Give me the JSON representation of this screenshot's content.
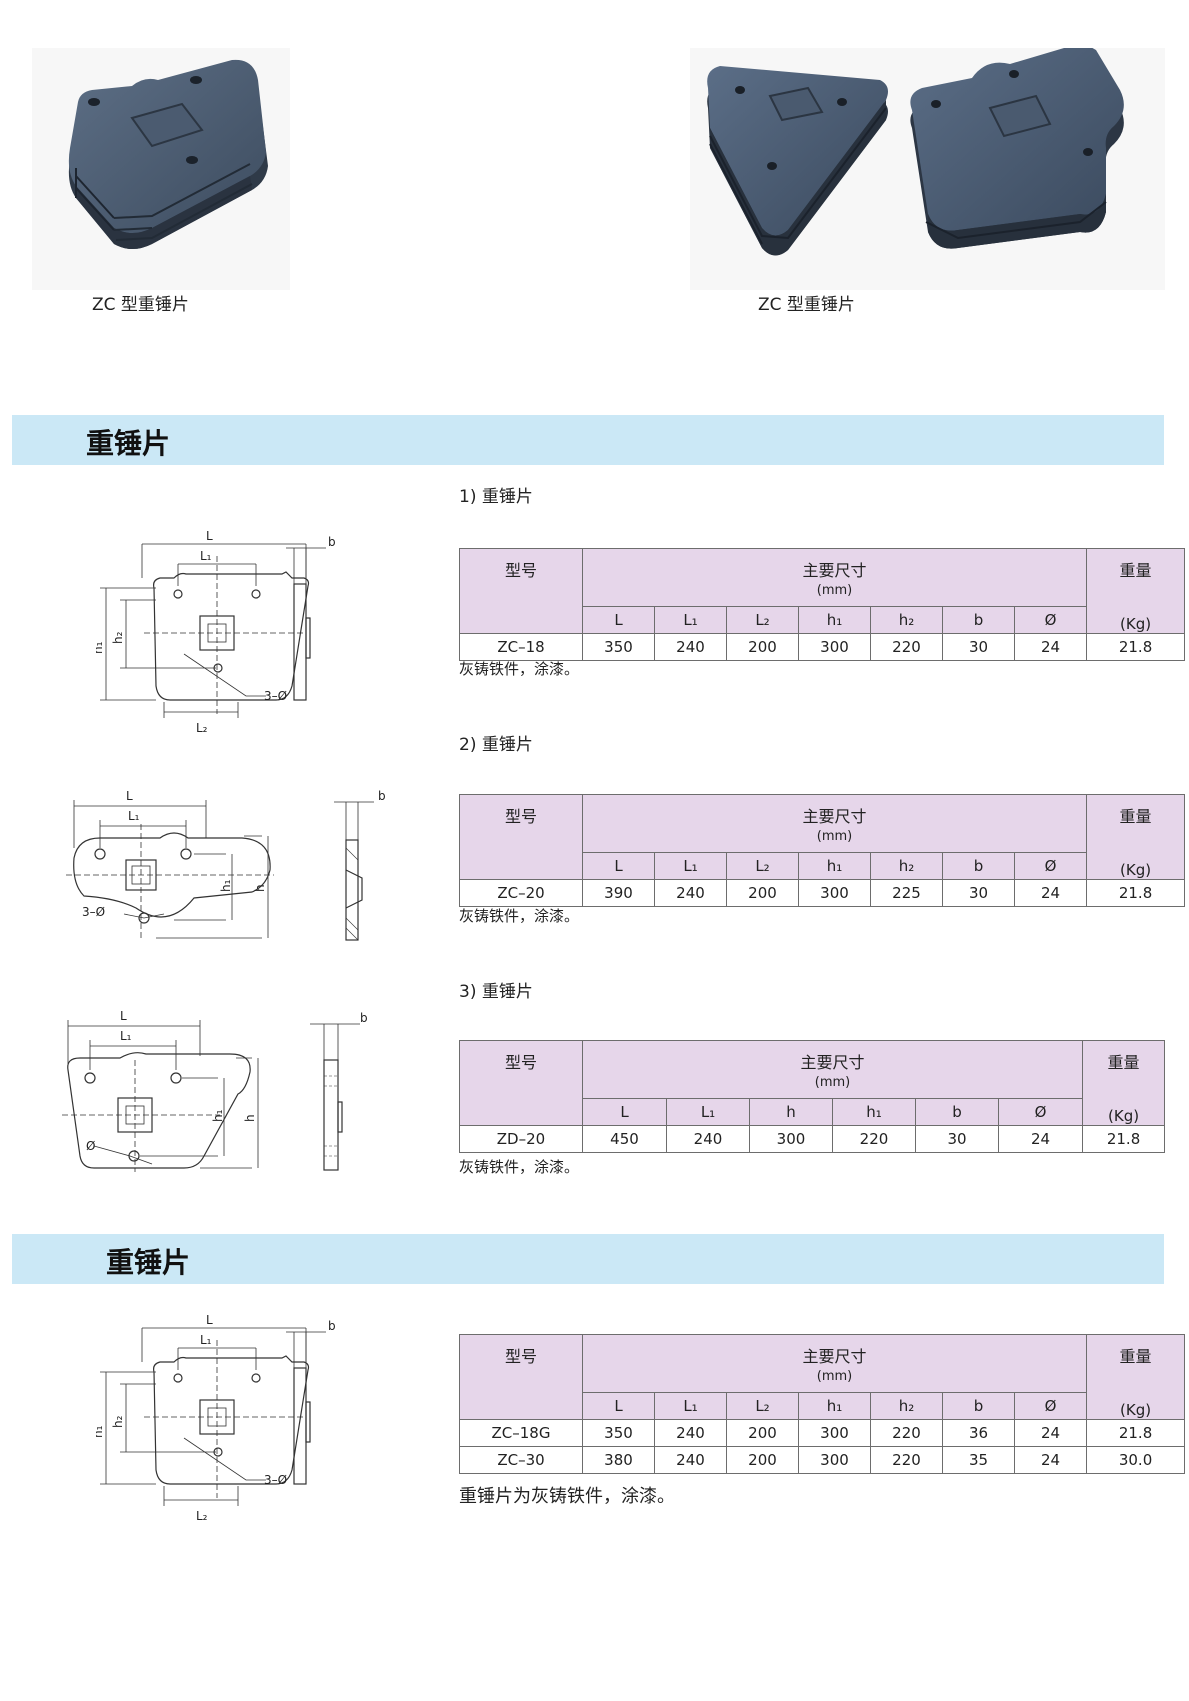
{
  "photos": {
    "left_caption": "ZC 型重锤片",
    "right_caption": "ZC 型重锤片"
  },
  "section1": {
    "title": "重锤片",
    "items": [
      {
        "heading": "1) 重锤片",
        "header": {
          "model": "型号",
          "main": "主要尺寸",
          "unit": "(mm)",
          "weight": "重量",
          "weight_unit": "(Kg)"
        },
        "columns": [
          "L",
          "L₁",
          "L₂",
          "h₁",
          "h₂",
          "b",
          "Ø"
        ],
        "rows": [
          {
            "model": "ZC–18",
            "values": [
              "350",
              "240",
              "200",
              "300",
              "220",
              "30",
              "24"
            ],
            "weight": "21.8"
          }
        ],
        "note": "灰铸铁件，涂漆。"
      },
      {
        "heading": "2) 重锤片",
        "header": {
          "model": "型号",
          "main": "主要尺寸",
          "unit": "(mm)",
          "weight": "重量",
          "weight_unit": "(Kg)"
        },
        "columns": [
          "L",
          "L₁",
          "L₂",
          "h₁",
          "h₂",
          "b",
          "Ø"
        ],
        "rows": [
          {
            "model": "ZC–20",
            "values": [
              "390",
              "240",
              "200",
              "300",
              "225",
              "30",
              "24"
            ],
            "weight": "21.8"
          }
        ],
        "note": "灰铸铁件，涂漆。"
      },
      {
        "heading": "3) 重锤片",
        "header": {
          "model": "型号",
          "main": "主要尺寸",
          "unit": "(mm)",
          "weight": "重量",
          "weight_unit": "(Kg)"
        },
        "columns": [
          "L",
          "L₁",
          "h",
          "h₁",
          "b",
          "Ø"
        ],
        "rows": [
          {
            "model": "ZD–20",
            "values": [
              "450",
              "240",
              "300",
              "220",
              "30",
              "24"
            ],
            "weight": "21.8"
          }
        ],
        "note": "灰铸铁件，涂漆。"
      }
    ]
  },
  "section2": {
    "title": "重锤片",
    "header": {
      "model": "型号",
      "main": "主要尺寸",
      "unit": "(mm)",
      "weight": "重量",
      "weight_unit": "(Kg)"
    },
    "columns": [
      "L",
      "L₁",
      "L₂",
      "h₁",
      "h₂",
      "b",
      "Ø"
    ],
    "rows": [
      {
        "model": "ZC–18G",
        "values": [
          "350",
          "240",
          "200",
          "300",
          "220",
          "36",
          "24"
        ],
        "weight": "21.8"
      },
      {
        "model": "ZC–30",
        "values": [
          "380",
          "240",
          "200",
          "300",
          "220",
          "35",
          "24"
        ],
        "weight": "30.0"
      }
    ],
    "note": "重锤片为灰铸铁件，涂漆。"
  },
  "drawing_labels": {
    "L": "L",
    "L1": "L₁",
    "L2": "L₂",
    "h": "h",
    "h1": "h₁",
    "h2": "h₂",
    "b": "b",
    "holes": "3–Ø",
    "dia": "Ø"
  }
}
